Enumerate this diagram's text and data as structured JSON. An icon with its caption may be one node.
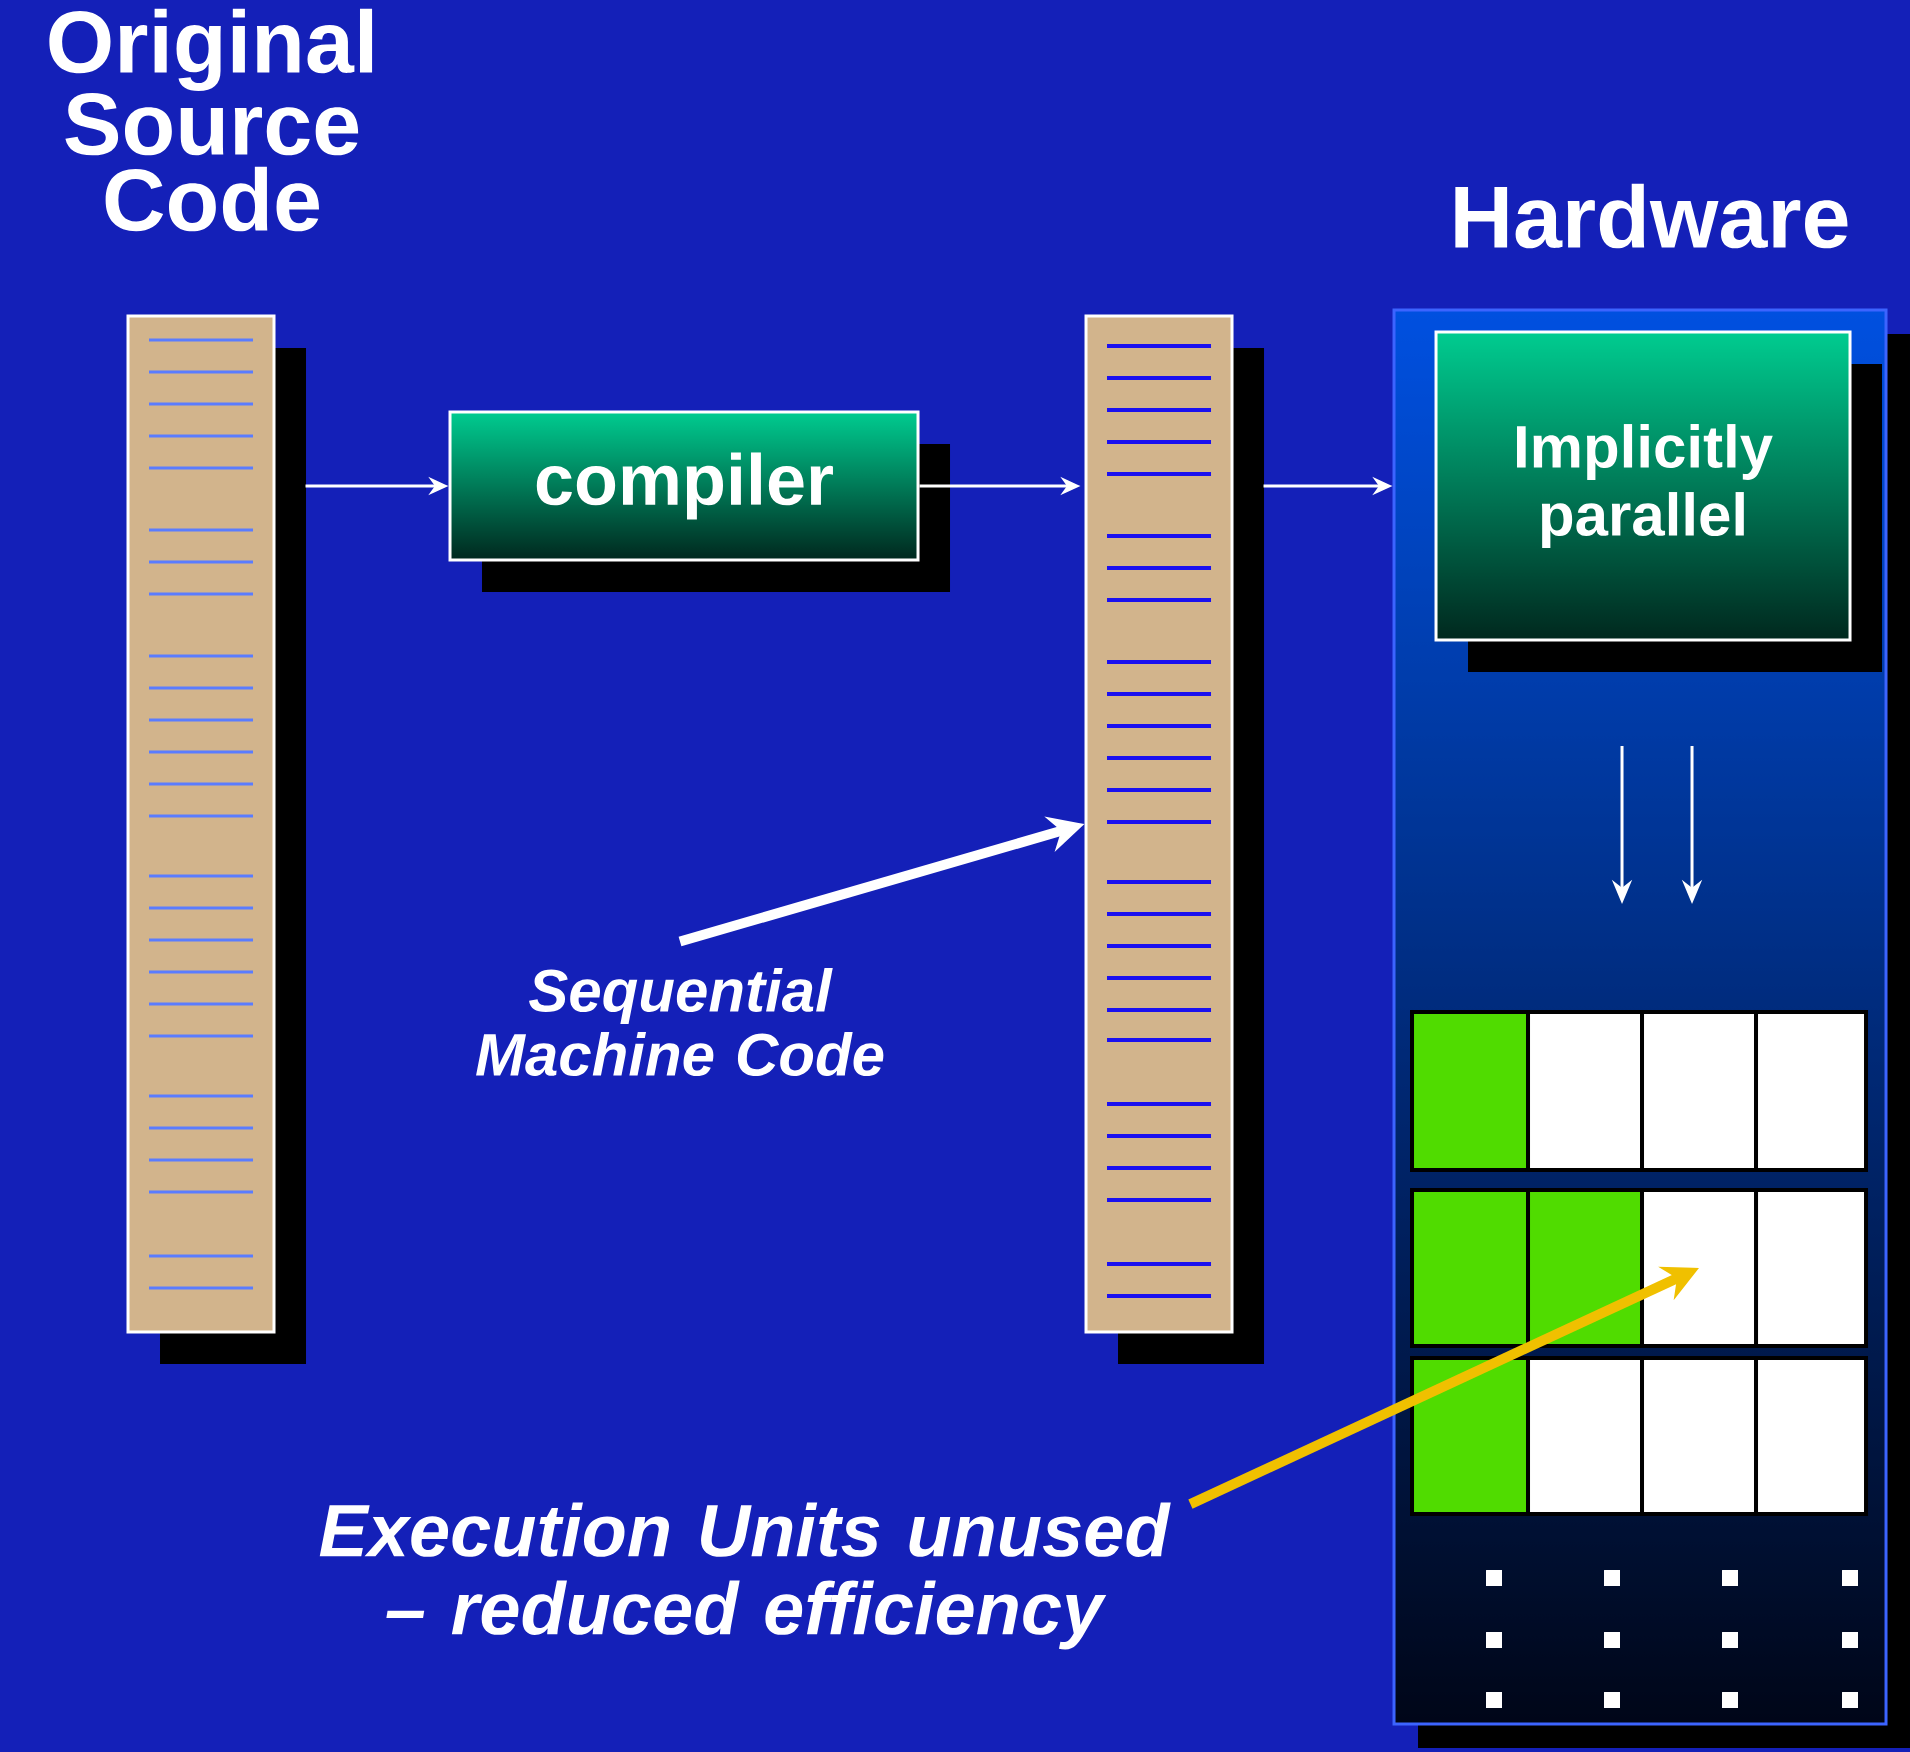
{
  "diagram": {
    "nodes": [
      {
        "text": [
          "Original Source Code"
        ]
      },
      {
        "text": [
          "compiler"
        ]
      },
      {
        "text": [],
        "shape": "box"
      },
      {
        "text": [
          "Hardware"
        ]
      },
      {
        "text": [
          "Implicitly parallel"
        ],
        "in": 3
      },
      {
        "text": [
          "Sequential Machine Code"
        ]
      },
      {
        "text": [
          "Execution Units unused – reduced efficiency"
        ]
      },
      {
        "text": [],
        "shape": "box",
        "in": 3
      }
    ],
    "edges": [
      {
        "from": 0,
        "to": 1,
        "arrow": "to"
      },
      {
        "from": 1,
        "to": 2,
        "arrow": "to"
      },
      {
        "from": 2,
        "to": 3,
        "arrow": "to"
      },
      {
        "from": 5,
        "to": 2,
        "arrow": "to",
        "style": "thick"
      },
      {
        "from": 6,
        "to": 7,
        "arrow": "to",
        "style": "thick",
        "color": "#f0c000"
      }
    ]
  }
}
